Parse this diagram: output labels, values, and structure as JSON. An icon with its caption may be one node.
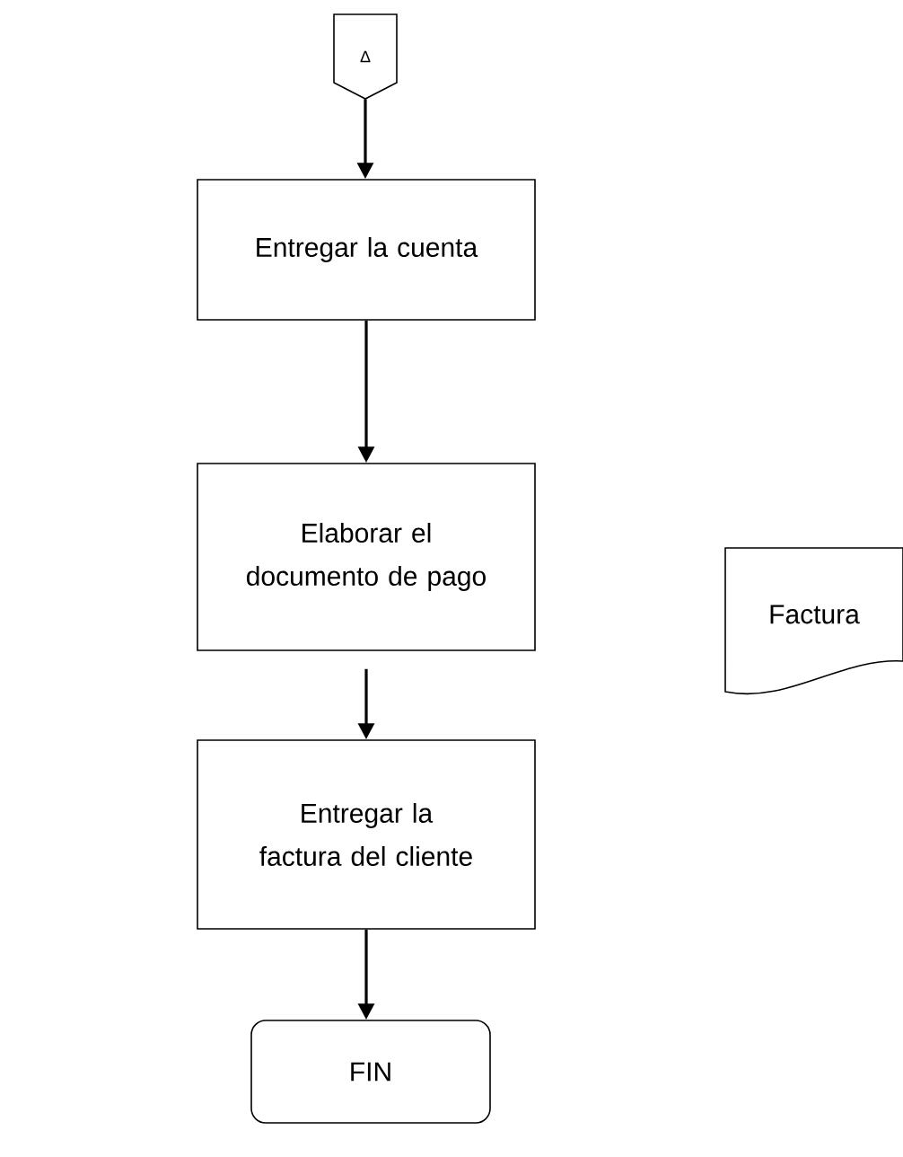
{
  "diagram": {
    "nodes": [
      {
        "text": [
          "Δ"
        ]
      },
      {
        "text": [
          "Entregar la cuenta"
        ]
      },
      {
        "text": [
          "Elaborar el documento de pago"
        ]
      },
      {
        "text": [
          "Factura"
        ]
      },
      {
        "text": [
          "Entregar la factura del cliente"
        ]
      },
      {
        "text": [
          "FIN"
        ]
      }
    ],
    "edges": [
      {
        "from": 0,
        "to": 1,
        "arrow": "to"
      },
      {
        "from": 1,
        "to": 2,
        "arrow": "to"
      },
      {
        "from": 2,
        "to": 4,
        "arrow": "to"
      },
      {
        "from": 4,
        "to": 5,
        "arrow": "to"
      }
    ]
  }
}
